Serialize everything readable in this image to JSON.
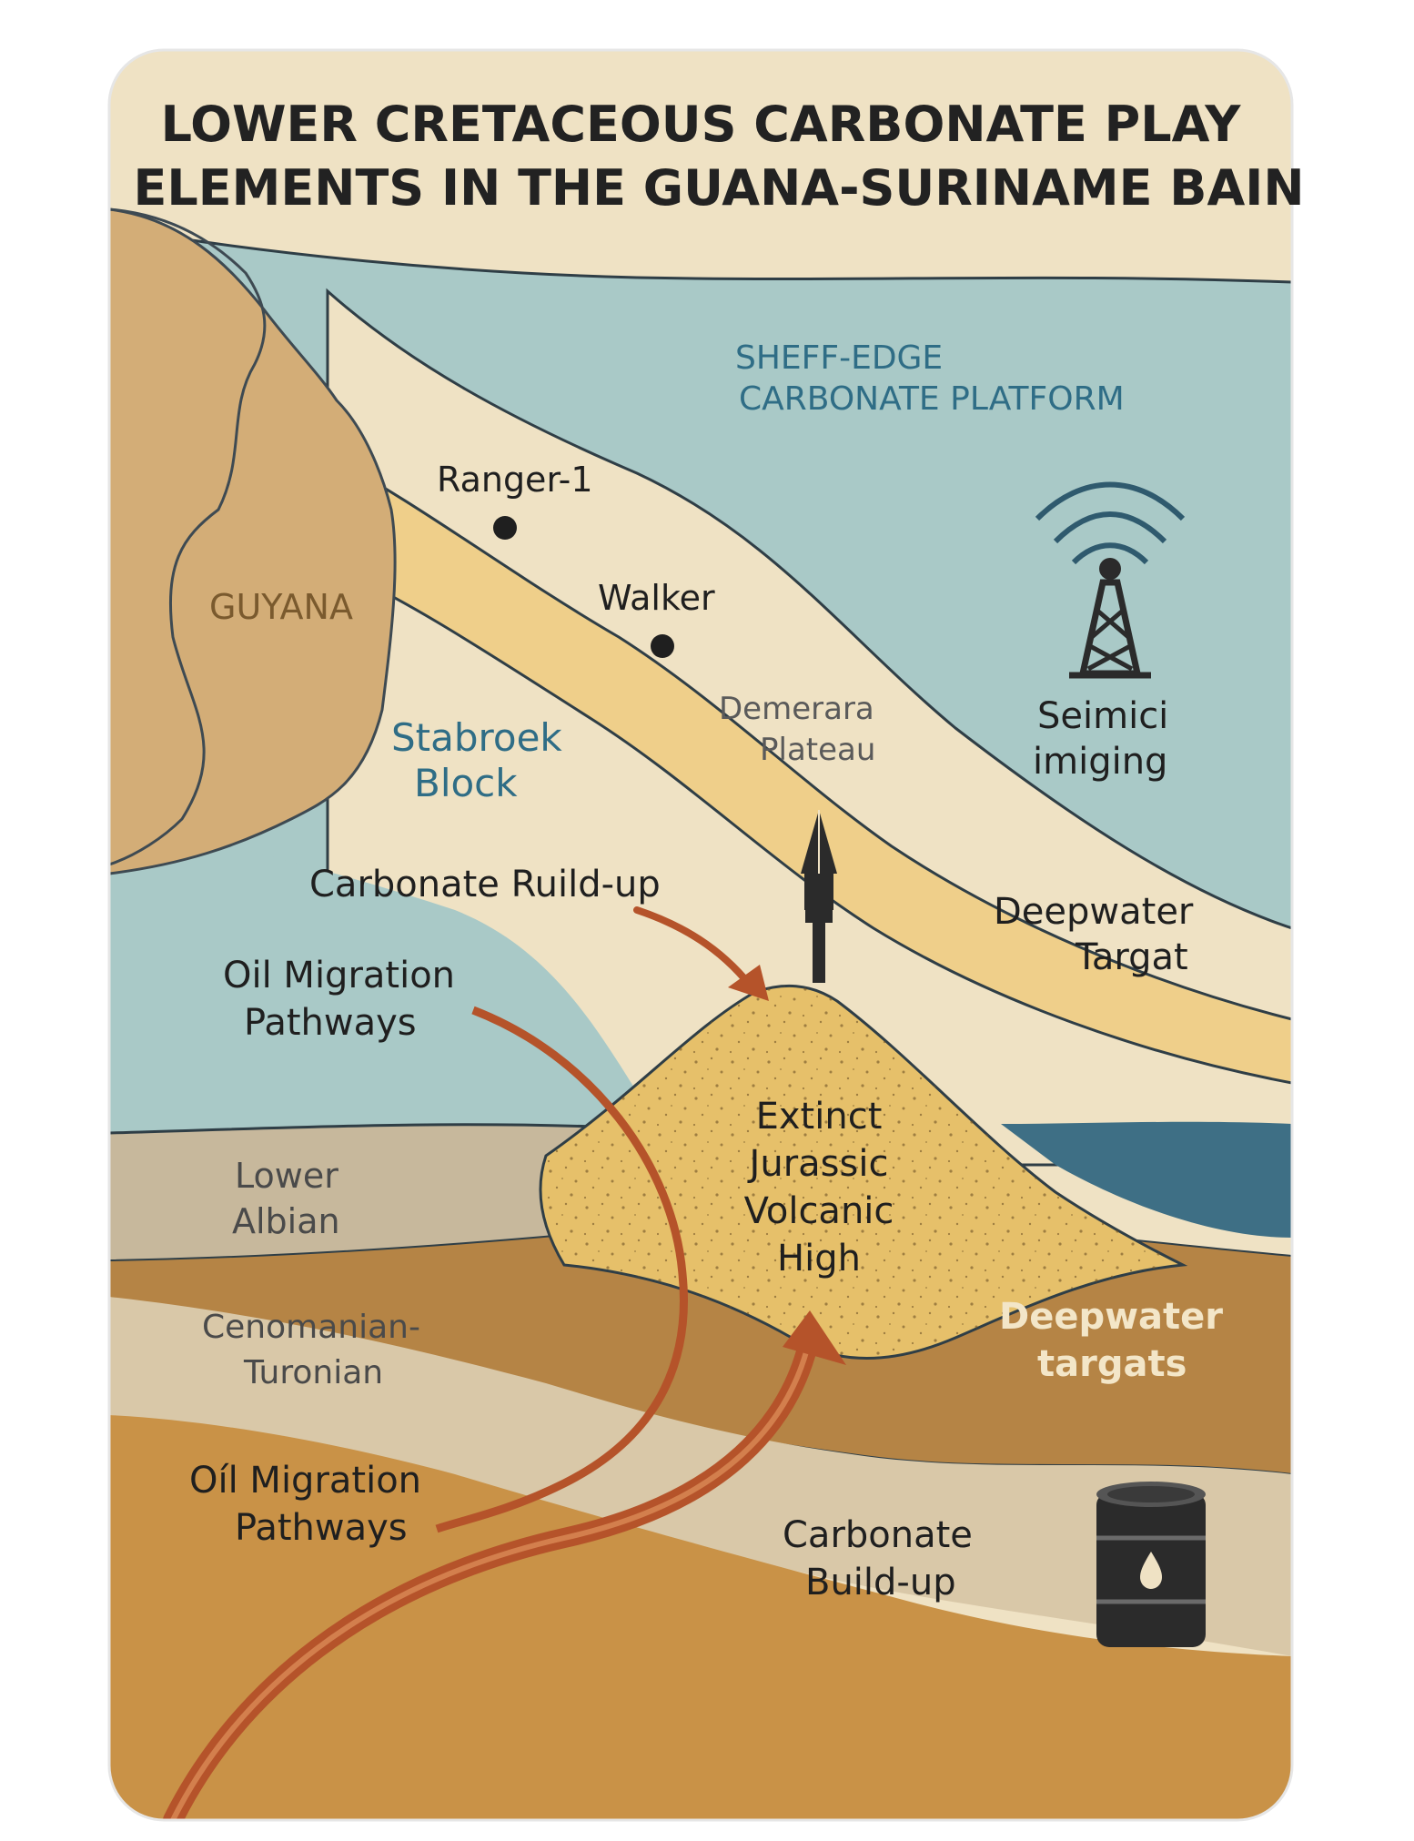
{
  "title": {
    "line1": "LOWER CRETACEOUS CARBONATE PLAY",
    "line2": "ELEMENTS IN THE GUANA-SURINAME BAIN"
  },
  "labels": {
    "platform_l1": "SHEFF-EDGE",
    "platform_l2": "CARBONATE PLATFORM",
    "ranger": "Ranger-1",
    "walker": "Walker",
    "guyana": "GUYANA",
    "demerara_l1": "Demerara",
    "demerara_l2": "Plateau",
    "seismic_l1": "Seimici",
    "seismic_l2": "imiging",
    "stabroek_l1": "Stabroek",
    "stabroek_l2": "Block",
    "buildup_top": "Carbonate Ruild-up",
    "deepwater_top_l1": "Deepwater",
    "deepwater_top_l2": "Targat",
    "migration_top_l1": "Oil Migration",
    "migration_top_l2": "Pathways",
    "volcanic_l1": "Extinct",
    "volcanic_l2": "Jurassic",
    "volcanic_l3": "Volcanic",
    "volcanic_l4": "High",
    "albian_l1": "Lower",
    "albian_l2": "Albian",
    "ceno_l1": "Cenomanian-",
    "ceno_l2": "Turonian",
    "deepwater_mid_l1": "Deepwater",
    "deepwater_mid_l2": "targats",
    "migration_bot_l1": "Oíl Migration",
    "migration_bot_l2": "Pathways",
    "buildup_bot_l1": "Carbonate",
    "buildup_bot_l2": "Build-up"
  },
  "icons": [
    "seismic-tower-icon",
    "drilling-rig-icon",
    "oil-barrel-icon",
    "well-marker-icon"
  ],
  "colors": {
    "title": "#222222",
    "sea": "#a9c9c7",
    "sand": "#efe2c4",
    "carbonate_band": "#efcf8a",
    "land": "#d3ad77",
    "mound": "#e6c06a",
    "albian": "#c7b89c",
    "brown_layer": "#b58445",
    "ceno": "#d9c8a8",
    "deep_orange": "#c99247",
    "arrow": "#b5532a",
    "blue_text": "#2f6d86"
  }
}
